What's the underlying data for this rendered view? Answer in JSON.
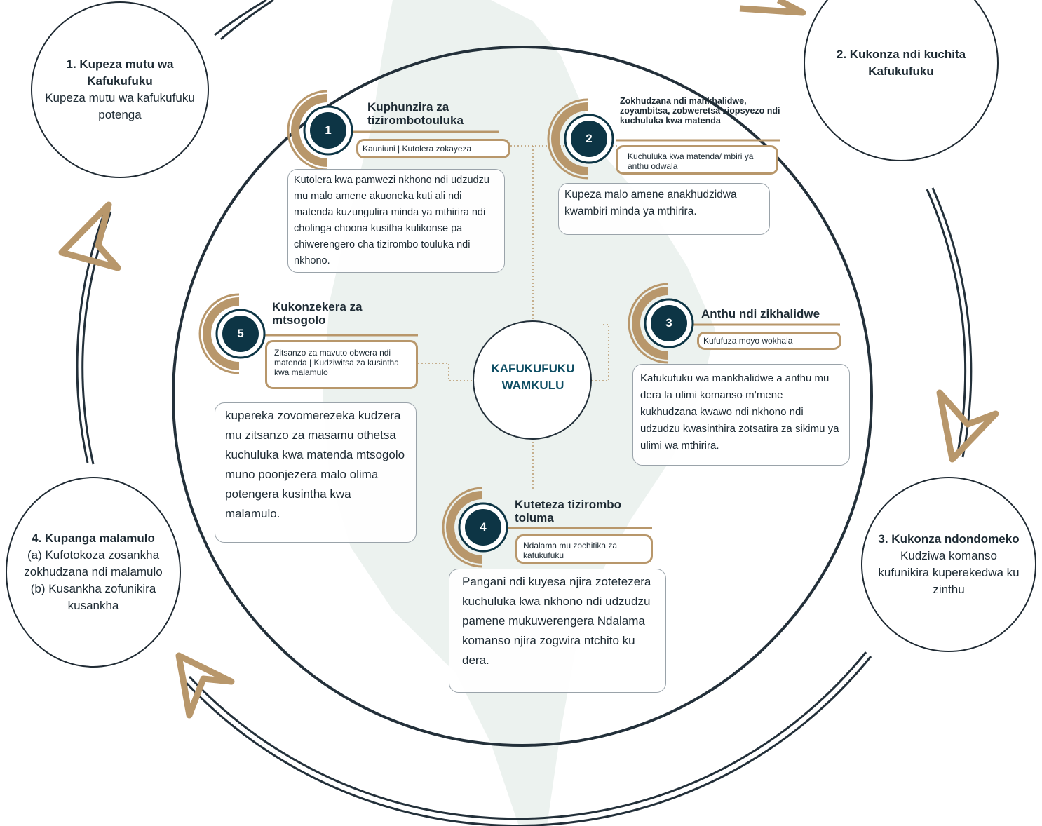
{
  "colors": {
    "navy": "#0d3545",
    "gold": "#b8976b",
    "ring": "#23303a",
    "bgTint": "#e3ece8"
  },
  "outer": {
    "s1_title": "1. Kupeza  mutu wa Kafukufuku",
    "s1_text": "Kupeza mutu wa kafukufuku potenga",
    "s2_title": "2. Kukonza ndi kuchita Kafukufuku",
    "s3_title": "3. Kukonza ndondomeko",
    "s3_text": "Kudziwa komanso kufunikira kuperekedwa ku zinthu",
    "s4_title": "4. Kupanga malamulo",
    "s4_text": "(a) Kufotokoza zosankha zokhudzana ndi malamulo  (b) Kusankha  zofunikira kusankha"
  },
  "center": {
    "line1": "KAFUKUFUKU",
    "line2": "WAMKULU"
  },
  "steps": {
    "s1": {
      "number": "1",
      "title": "Kuphunzira za tizirombotouluka",
      "tag": "Kauniuni | Kutolera zokayeza",
      "desc": "Kutolera kwa pamwezi nkhono ndi udzudzu mu malo amene akuoneka kuti ali ndi matenda kuzungulira minda ya mthirira ndi cholinga choona kusitha kulikonse  pa chiwerengero cha tizirombo touluka  ndi nkhono."
    },
    "s2": {
      "number": "2",
      "title": "Zokhudzana ndi mankhalidwe, zoyambitsa, zobweretsa ziopsyezo ndi kuchuluka kwa   matenda",
      "tag": "Kuchuluka kwa matenda/ mbiri ya anthu odwala",
      "desc": "Kupeza malo amene anakhudzidwa kwambiri  minda ya mthirira."
    },
    "s3": {
      "number": "3",
      "title": "Anthu ndi zikhalidwe",
      "tag": "Kufufuza moyo wokhala",
      "desc": "Kafukufuku wa mankhalidwe a anthu mu dera la ulimi  komanso m’mene kukhudzana kwawo ndi nkhono ndi udzudzu kwasinthira zotsatira za sikimu ya ulimi wa mthirira."
    },
    "s4": {
      "number": "4",
      "title": "Kuteteza tizirombo toluma",
      "tag": "Ndalama mu zochitika za kafukufuku",
      "desc": "Pangani ndi kuyesa njira zotetezera kuchuluka kwa nkhono ndi udzudzu pamene mukuwerengera Ndalama komanso njira zogwira ntchito ku dera."
    },
    "s5": {
      "number": "5",
      "title": "Kukonzekera za mtsogolo",
      "tag": "Zitsanzo za mavuto obwera ndi matenda | Kudziwitsa za kusintha kwa malamulo",
      "desc": "kupereka zovomerezeka kudzera mu zitsanzo za masamu othetsa kuchuluka kwa matenda mtsogolo muno poonjezera malo olima potengera kusintha kwa malamulo."
    }
  }
}
